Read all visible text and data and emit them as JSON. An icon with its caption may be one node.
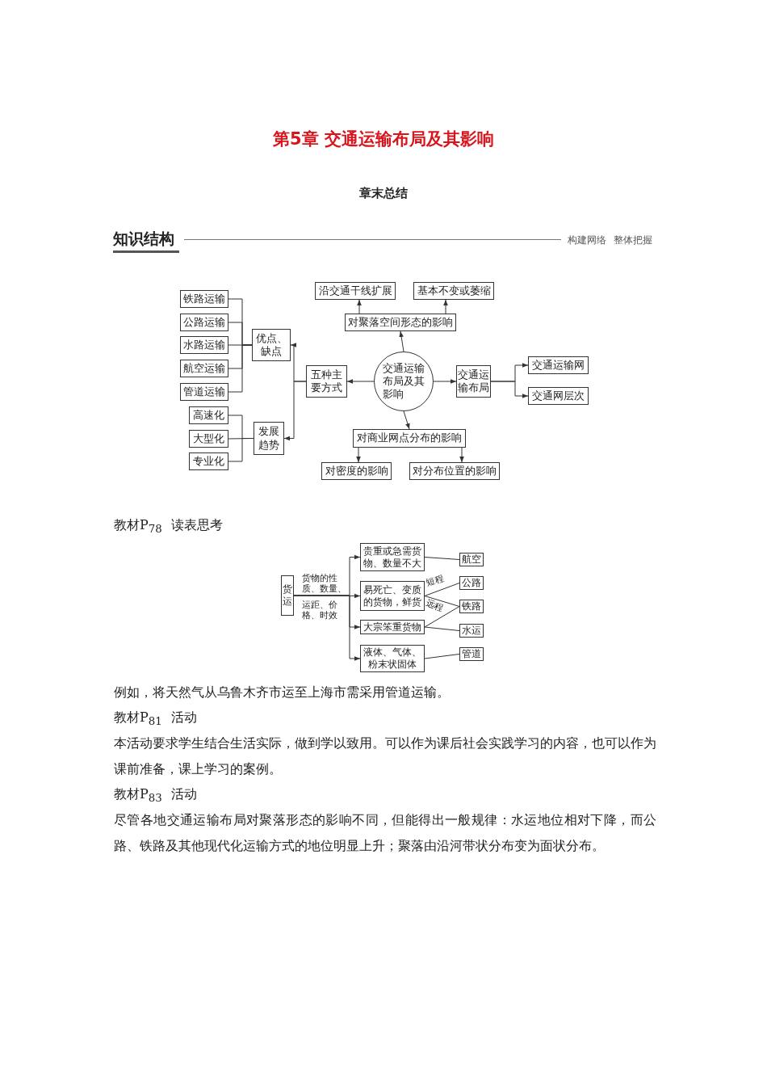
{
  "diagram": {
    "title": "第5章 交通运输布局及其影响",
    "nodes": [
      {
        "text": [
          "铁路运输"
        ]
      },
      {
        "text": [
          "公路运输"
        ]
      },
      {
        "text": [
          "水路运输"
        ]
      },
      {
        "text": [
          "航空运输"
        ]
      },
      {
        "text": [
          "管道运输"
        ]
      },
      {
        "text": [
          "优点、缺点"
        ]
      },
      {
        "text": [
          "高速化"
        ]
      },
      {
        "text": [
          "大型化"
        ]
      },
      {
        "text": [
          "专业化"
        ]
      },
      {
        "text": [
          "发展趋势"
        ]
      },
      {
        "text": [
          "五种主要方式"
        ]
      },
      {
        "text": [
          "交通运输布局及其影响"
        ]
      },
      {
        "text": [
          "对聚落空间形态的影响"
        ]
      },
      {
        "text": [
          "沿交通干线扩展"
        ]
      },
      {
        "text": [
          "基本不变或萎缩"
        ]
      },
      {
        "text": [
          "交通运输布局"
        ]
      },
      {
        "text": [
          "交通运输网"
        ]
      },
      {
        "text": [
          "交通网层次"
        ]
      },
      {
        "text": [
          "对商业网点分布的影响"
        ]
      },
      {
        "text": [
          "对密度的影响"
        ]
      },
      {
        "text": [
          "对分布位置的影响"
        ]
      },
      {
        "text": [
          "货运"
        ]
      },
      {
        "text": [
          "贵重或急需货物、数量不大"
        ]
      },
      {
        "text": [
          "易死亡、变质的货物，鲜货"
        ]
      },
      {
        "text": [
          "大宗笨重货物"
        ]
      },
      {
        "text": [
          "液体、气体、粉末状固体"
        ]
      },
      {
        "text": [
          "航空"
        ]
      },
      {
        "text": [
          "公路"
        ]
      },
      {
        "text": [
          "铁路"
        ]
      },
      {
        "text": [
          "水运"
        ]
      },
      {
        "text": [
          "管道"
        ]
      }
    ],
    "edges": [
      {
        "from": 0,
        "to": 5,
        "arrow": "none"
      },
      {
        "from": 1,
        "to": 5,
        "arrow": "none"
      },
      {
        "from": 2,
        "to": 5,
        "arrow": "none"
      },
      {
        "from": 3,
        "to": 5,
        "arrow": "none"
      },
      {
        "from": 4,
        "to": 5,
        "arrow": "none"
      },
      {
        "from": 6,
        "to": 9,
        "arrow": "none"
      },
      {
        "from": 7,
        "to": 9,
        "arrow": "none"
      },
      {
        "from": 8,
        "to": 9,
        "arrow": "none"
      },
      {
        "from": 10,
        "to": 5,
        "arrow": "to"
      },
      {
        "from": 10,
        "to": 9,
        "arrow": "to"
      },
      {
        "from": 11,
        "to": 10,
        "arrow": "to"
      },
      {
        "from": 11,
        "to": 12,
        "arrow": "to"
      },
      {
        "from": 12,
        "to": 13,
        "arrow": "to"
      },
      {
        "from": 12,
        "to": 14,
        "arrow": "to"
      },
      {
        "from": 11,
        "to": 15,
        "arrow": "to"
      },
      {
        "from": 15,
        "to": 16,
        "arrow": "to"
      },
      {
        "from": 15,
        "to": 17,
        "arrow": "to"
      },
      {
        "from": 11,
        "to": 18,
        "arrow": "to"
      },
      {
        "from": 18,
        "to": 19,
        "arrow": "to"
      },
      {
        "from": 18,
        "to": 20,
        "arrow": "to"
      },
      {
        "from": 21,
        "to": 22,
        "arrow": "to"
      },
      {
        "from": 21,
        "to": 23,
        "arrow": "to"
      },
      {
        "from": 21,
        "to": 24,
        "arrow": "to"
      },
      {
        "from": 21,
        "to": 25,
        "arrow": "to"
      },
      {
        "from": 22,
        "to": 26,
        "arrow": "none"
      },
      {
        "from": 23,
        "to": 27,
        "arrow": "none",
        "label": "短程"
      },
      {
        "from": 23,
        "to": 28,
        "arrow": "none",
        "label": "远程"
      },
      {
        "from": 24,
        "to": 28,
        "arrow": "none"
      },
      {
        "from": 24,
        "to": 29,
        "arrow": "none"
      },
      {
        "from": 25,
        "to": 30,
        "arrow": "none"
      }
    ],
    "labels": [
      "章末总结",
      "知识结构",
      "构建网络",
      "整体把握",
      "教材P$_{78}$",
      "读表思考",
      "货物的性质、数量、",
      "运距、价格、时效",
      "例如，将天然气从乌鲁木齐市运至上海市需采用管道运输。",
      "教材P$_{81}$",
      "活动",
      "本活动要求学生结合生活实际，做到学以致用。可以作为课后社会实践学习的内容，也可以作为课前准备，课上学习的案例。",
      "教材P$_{83}$",
      "活动",
      "尽管各地交通运输布局对聚落形态的影响不同，但能得出一般规律：水运地位相对下降，而公路、铁路及其他现代化运输方式的地位明显上升；聚落由沿河带状分布变为面状分布。"
    ]
  }
}
